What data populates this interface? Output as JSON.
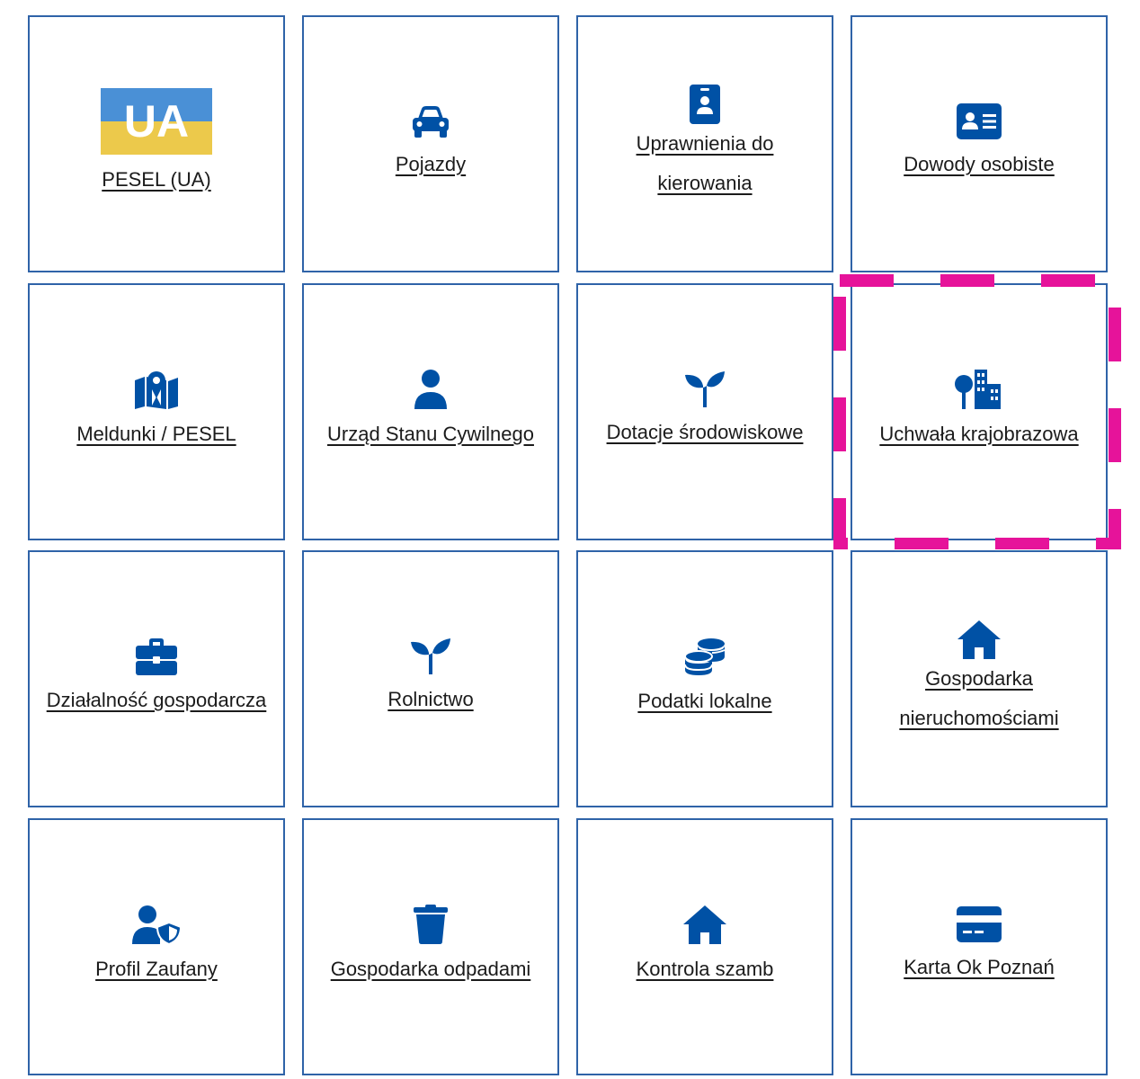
{
  "tiles": [
    {
      "label": "PESEL (UA)",
      "icon": "ukraine-flag-icon"
    },
    {
      "label": "Pojazdy",
      "icon": "car-icon"
    },
    {
      "label": "Uprawnienia do kierowania",
      "icon": "driver-license-icon"
    },
    {
      "label": "Dowody osobiste",
      "icon": "id-card-icon"
    },
    {
      "label": "Meldunki / PESEL",
      "icon": "map-location-icon"
    },
    {
      "label": "Urząd Stanu Cywilnego",
      "icon": "person-icon"
    },
    {
      "label": "Dotacje środowiskowe",
      "icon": "seedling-icon"
    },
    {
      "label": "Uchwała krajobrazowa",
      "icon": "tree-city-icon"
    },
    {
      "label": "Działalność gospodarcza",
      "icon": "briefcase-icon"
    },
    {
      "label": "Rolnictwo",
      "icon": "seedling-icon"
    },
    {
      "label": "Podatki lokalne",
      "icon": "coins-icon"
    },
    {
      "label": "Gospodarka nieruchomościami",
      "icon": "house-icon"
    },
    {
      "label": "Profil Zaufany",
      "icon": "user-shield-icon"
    },
    {
      "label": "Gospodarka odpadami",
      "icon": "trash-icon"
    },
    {
      "label": "Kontrola szamb",
      "icon": "house-icon"
    },
    {
      "label": "Karta Ok Poznań",
      "icon": "credit-card-icon"
    }
  ],
  "flag": {
    "text": "UA",
    "top_color": "#4a90d6",
    "bottom_color": "#ecc94b"
  },
  "colors": {
    "accent": "#0051a5",
    "border": "#2f63a8",
    "highlight": "#e6139a",
    "text": "#1b1b1b"
  }
}
